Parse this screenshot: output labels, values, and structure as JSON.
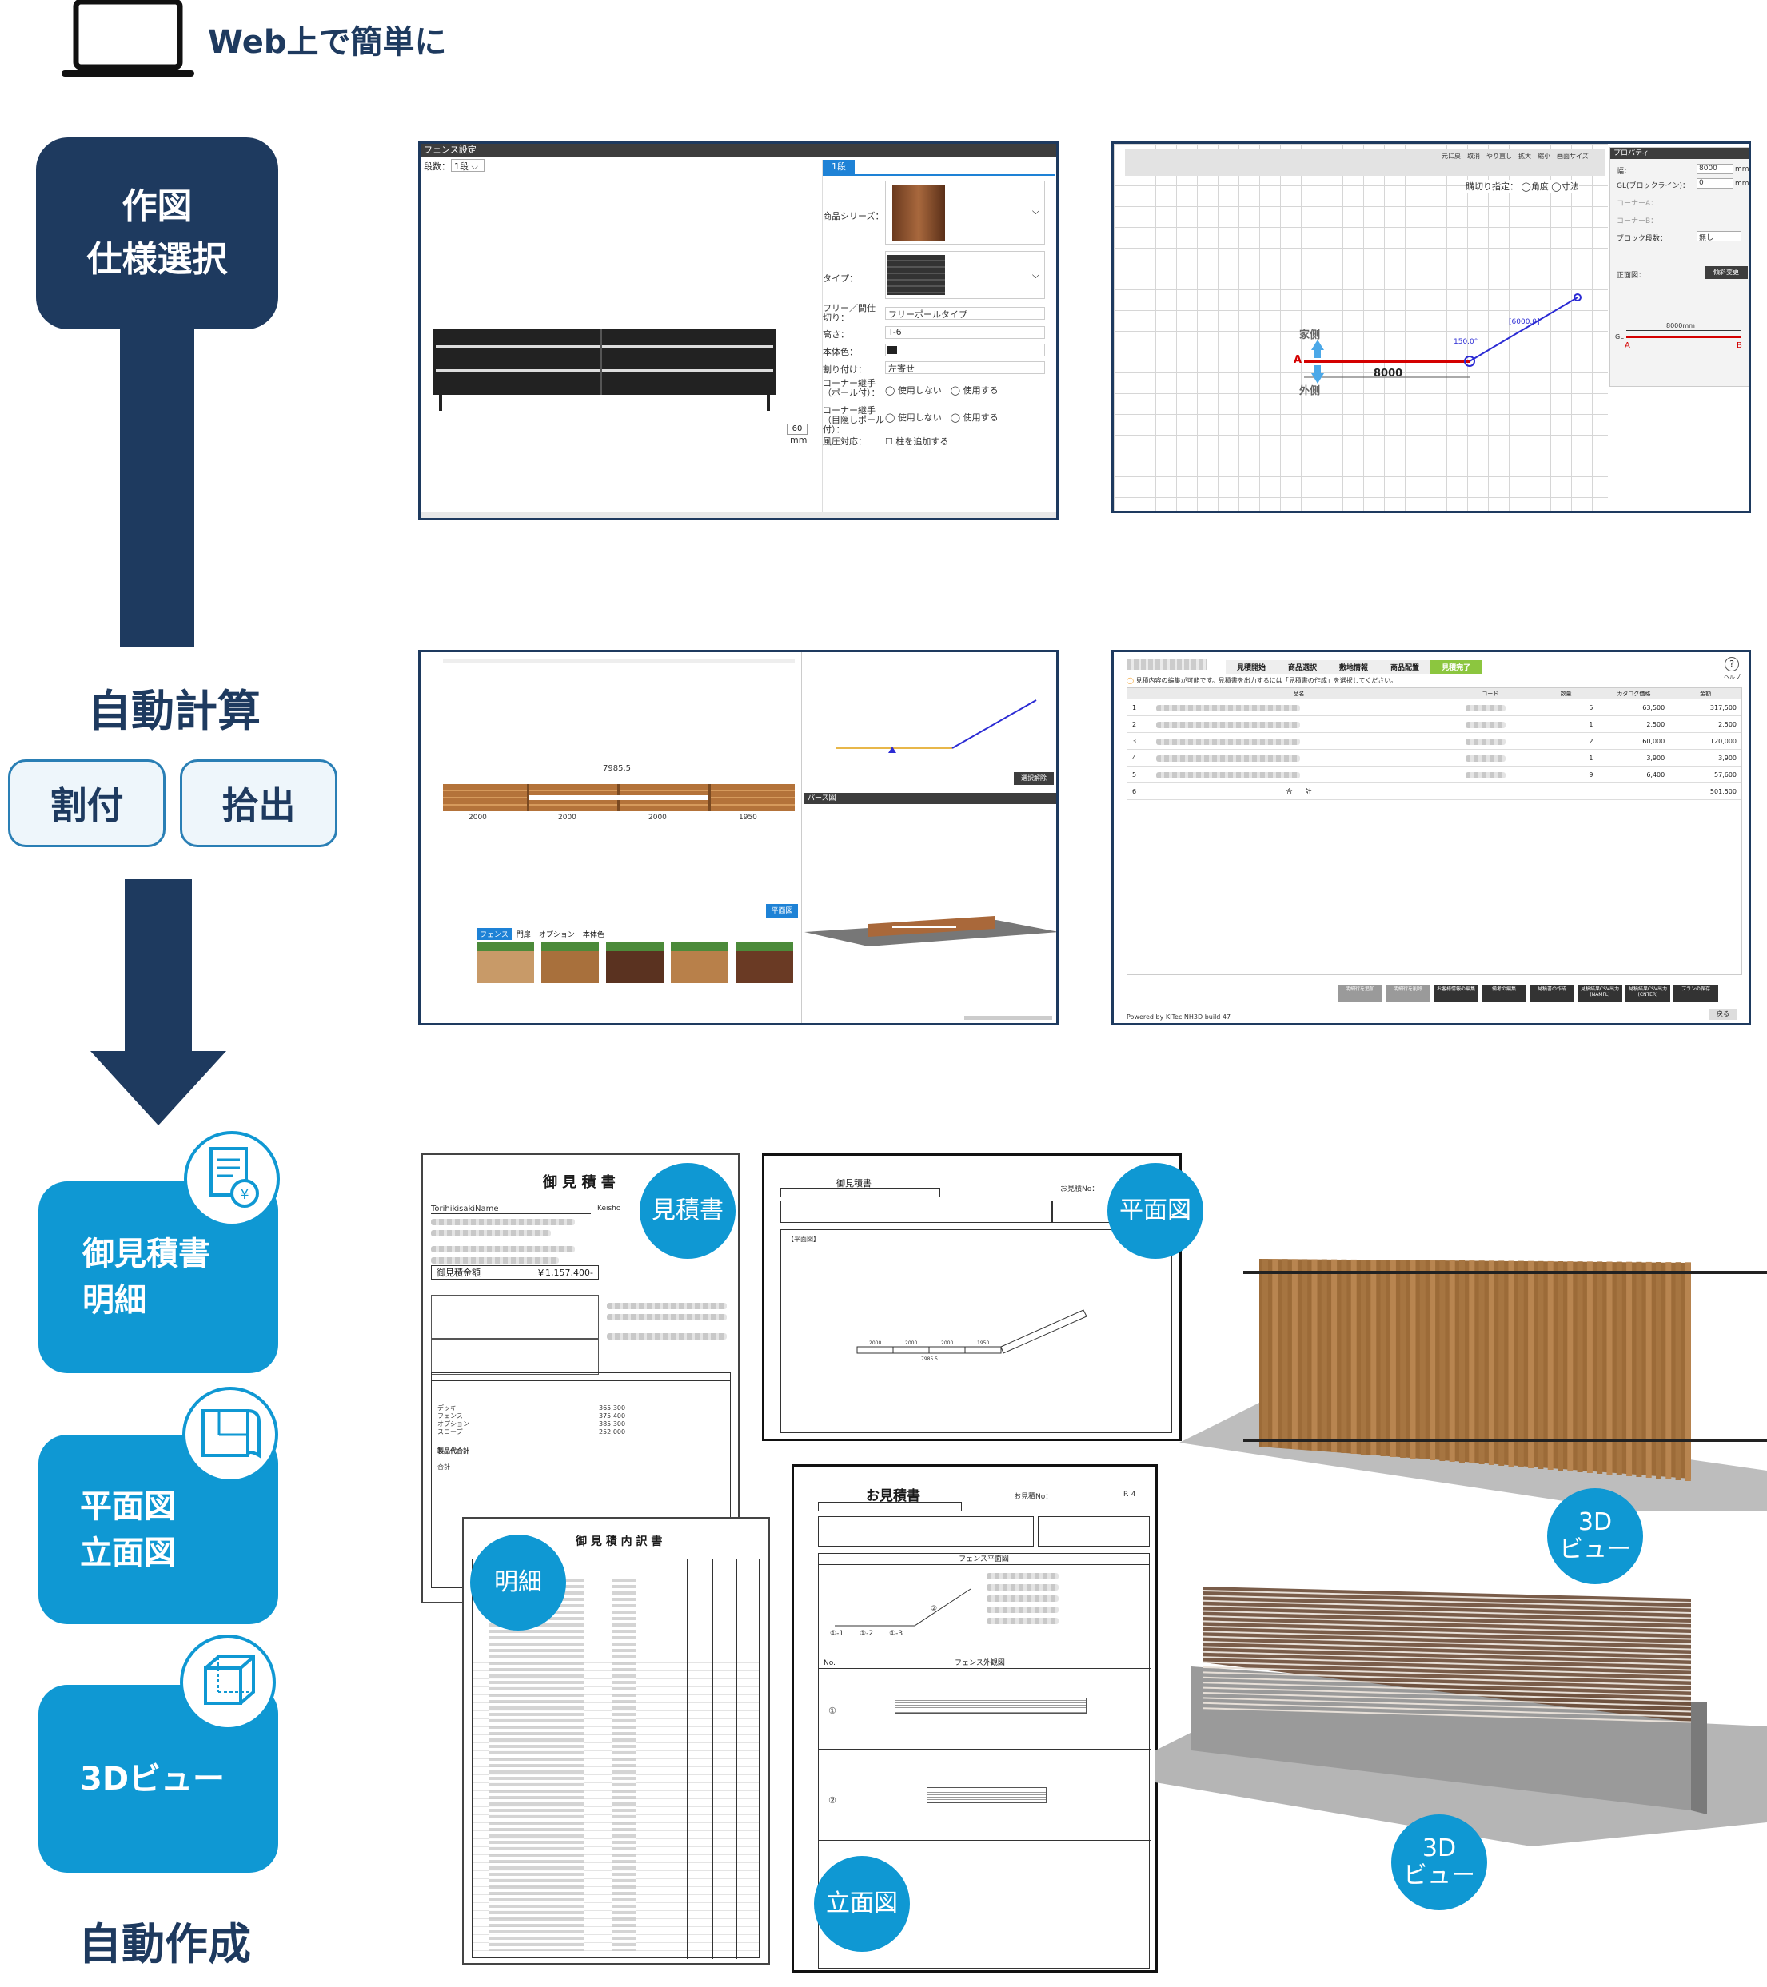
{
  "header": {
    "title": "Web上で簡単に"
  },
  "flow": {
    "step1_line1": "作図",
    "step1_line2": "仕様選択",
    "step2": "自動計算",
    "pill1": "割付",
    "pill2": "拾出",
    "out1_line1": "御見積書",
    "out1_line2": "明細",
    "out2_line1": "平面図",
    "out2_line2": "立面図",
    "out3": "3Dビュー",
    "step3": "自動作成"
  },
  "shot1": {
    "title": "フェンス設定",
    "dan_label": "段数：",
    "dan_value": "1段",
    "tab": "1段",
    "series_label": "商品シリーズ：",
    "type_label": "タイプ：",
    "free_label": "フリー／間仕切り：",
    "free_value": "フリーポールタイプ",
    "height_label": "高さ：",
    "height_value": "T-6",
    "color_label": "本体色：",
    "wari_label": "割り付け：",
    "wari_value": "左寄せ",
    "corner1_label": "コーナー継手（ポール付）：",
    "corner2_label": "コーナー継手（目隠しポール付）：",
    "opt_no": "使用しない",
    "opt_yes": "使用する",
    "wind_label": "風圧対応：",
    "wind_value": "柱を追加する",
    "gap_value": "60",
    "gap_unit": "mm"
  },
  "shot2": {
    "props_title": "プロパティ",
    "width_label": "幅：",
    "width_value": "8000",
    "gl_label": "GL(ブロックライン)：",
    "gl_value": "0",
    "unit": "mm",
    "cornerA": "コーナーA：",
    "cornerB": "コーナーB：",
    "block_label": "ブロック段数：",
    "block_value": "無し",
    "front_label": "正面図：",
    "front_btn": "傾斜変更",
    "kugiri": "購切り指定：",
    "kakudo": "角度",
    "sunpo": "寸法",
    "house": "家側",
    "outside": "外側",
    "dim": "8000",
    "angle": "150.0°",
    "dim2": "[6000.0]",
    "mini_dim": "8000mm",
    "gl": "GL",
    "a": "A",
    "b": "B",
    "tools": [
      "元に戻",
      "取消",
      "やり直し",
      "拡大",
      "縮小",
      "画面サイズ"
    ]
  },
  "shot3": {
    "total": "7985.5",
    "segs": [
      "2000",
      "2000",
      "2000",
      "1950"
    ],
    "btn_select": "選択解除",
    "perspective": "パース図",
    "btn_plan": "平面図",
    "tabs": [
      "フェンス",
      "門扉",
      "オプション",
      "本体色"
    ]
  },
  "shot4": {
    "steps": [
      "見積開始",
      "商品選択",
      "敷地情報",
      "商品配置",
      "見積完了"
    ],
    "notice": "見積内容の編集が可能です。見積書を出力するには「見積書の作成」を選択してください。",
    "help": "ヘルプ",
    "headers": [
      "",
      "品名",
      "コード",
      "数量",
      "カタログ価格",
      "金額"
    ],
    "rows": [
      {
        "no": "1",
        "qty": "5",
        "price": "63,500",
        "amount": "317,500"
      },
      {
        "no": "2",
        "qty": "1",
        "price": "2,500",
        "amount": "2,500"
      },
      {
        "no": "3",
        "qty": "2",
        "price": "60,000",
        "amount": "120,000"
      },
      {
        "no": "4",
        "qty": "1",
        "price": "3,900",
        "amount": "3,900"
      },
      {
        "no": "5",
        "qty": "9",
        "price": "6,400",
        "amount": "57,600"
      }
    ],
    "total_no": "6",
    "total_label": "合　　計",
    "total_amount": "501,500",
    "buttons": [
      "明細行を追加",
      "明細行を削除",
      "お客様情報の編集",
      "備考の編集",
      "見積書の作成",
      "見積結果CSV出力(NAMFL)",
      "見積結果CSV出力(CNTER)",
      "プランの保存"
    ],
    "footer": "Powered by KITec NH3D build 47",
    "back": "戻る"
  },
  "docs": {
    "estimate_title": "御 見 積 書",
    "estimate_name": "TorihikisakiName",
    "estimate_keisho": "Keisho",
    "estimate_total_label": "御見積金額",
    "estimate_total": "￥1,157,400-",
    "estimate_lines": [
      "デッキ",
      "フェンス",
      "オプション",
      "スロープ"
    ],
    "estimate_vals": [
      "365,300",
      "375,400",
      "385,300",
      "252,000"
    ],
    "estimate_subtotal": "製品代合計",
    "estimate_grand": "合計",
    "bubble_estimate": "見積書",
    "meisai_title": "御 見 積 内 訳 書",
    "bubble_meisai": "明細",
    "plan_title": "御見積書",
    "plan_no": "お見積No：",
    "plan_label": "【平面図】",
    "plan_dims": [
      "2000",
      "2000",
      "2000",
      "1950"
    ],
    "plan_total": "7985.5",
    "bubble_plan": "平面図",
    "elev_title": "お見積書",
    "elev_no": "お見積No：",
    "elev_page": "P. 4",
    "elev_plan": "フェンス平面図",
    "elev_outline": "フェンス外観図",
    "elev_col_no": "No.",
    "elev_items": [
      "①-1",
      "①-2",
      "①-3",
      "②"
    ],
    "elev_row1": "①",
    "elev_row2": "②",
    "bubble_elev": "立面図",
    "bubble_3d": "3D\nビュー"
  }
}
